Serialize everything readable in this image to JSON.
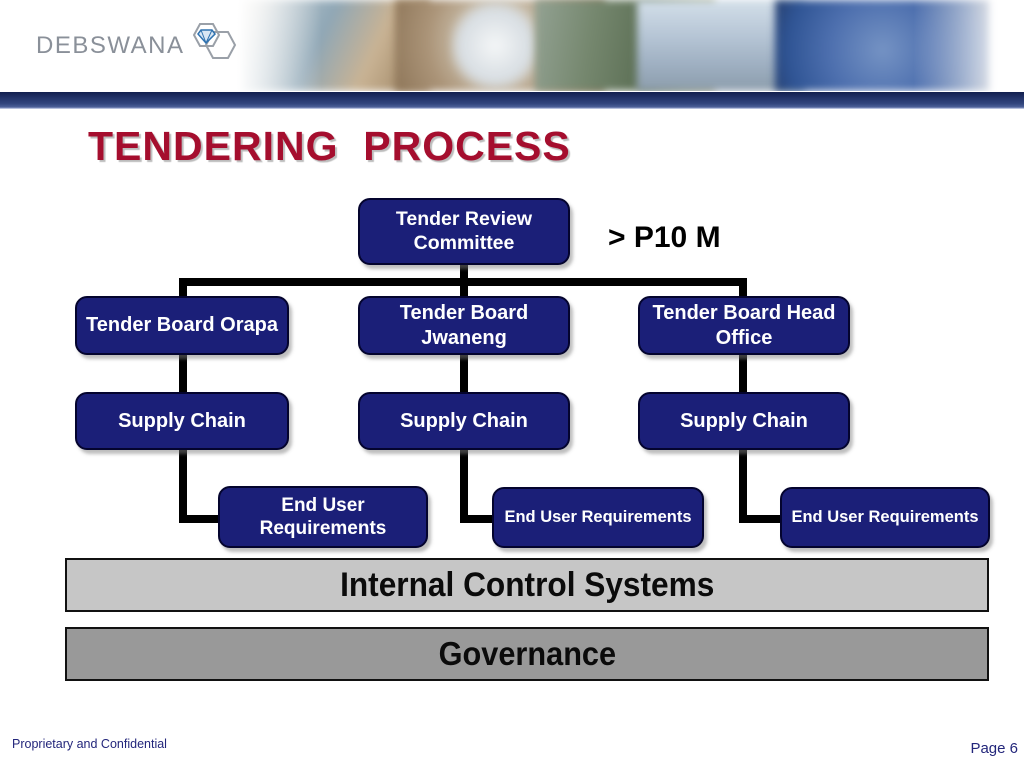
{
  "logo": {
    "text": "DEBSWANA"
  },
  "title": "TENDERING  PROCESS",
  "chart": {
    "root": "Tender Review Committee",
    "threshold_note": "> P10 M",
    "boards": [
      "Tender Board Orapa",
      "Tender Board Jwaneng",
      "Tender Board Head Office"
    ],
    "supply": [
      "Supply Chain",
      "Supply Chain",
      "Supply Chain"
    ],
    "end_user": [
      "End User Requirements",
      "End User Requirements",
      "End User Requirements"
    ]
  },
  "bands": {
    "internal": "Internal Control Systems",
    "governance": "Governance"
  },
  "footer": {
    "left": "Proprietary and Confidential",
    "right": "Page 6"
  },
  "colors": {
    "node_navy": "#1b1f78",
    "title_red": "#a50e2e",
    "band_light": "#c6c6c6",
    "band_dark": "#999999",
    "footer_text": "#23267b",
    "connector_black": "#000000",
    "divider_navy": "#24356b"
  }
}
